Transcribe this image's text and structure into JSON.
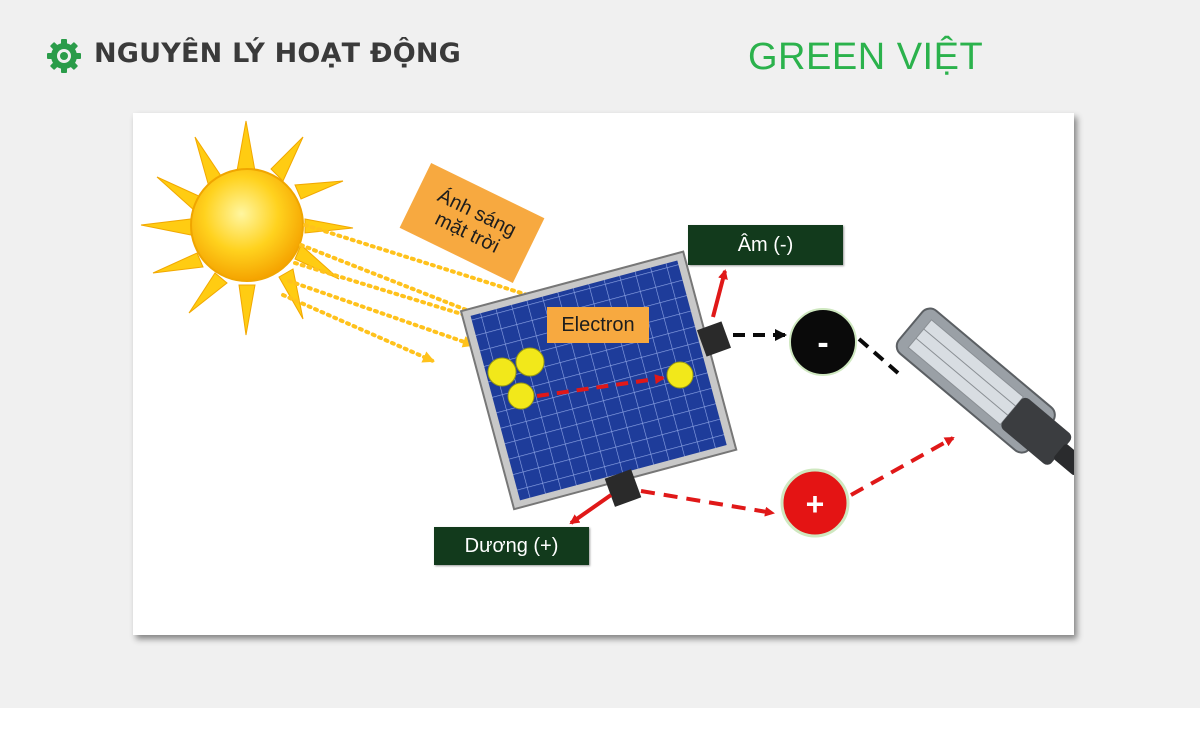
{
  "header": {
    "title": "NGUYÊN LÝ HOẠT ĐỘNG",
    "brand": "GREEN VIỆT"
  },
  "diagram": {
    "sunlight_label_line1": "Ánh sáng",
    "sunlight_label_line2": "mặt trời",
    "electron_label": "Electron",
    "negative_label": "Âm (-)",
    "positive_label": "Dương (+)",
    "negative_symbol": "-",
    "positive_symbol": "+"
  },
  "colors": {
    "brand_green": "#2bb24c",
    "label_dark_green": "#123a1c",
    "label_orange": "#f7a940",
    "arrow_red": "#e01818",
    "positive_red": "#e41414",
    "negative_black": "#0a0a0a",
    "electron_yellow": "#f2e81a",
    "panel_blue": "#1f3f9e"
  },
  "icons": {
    "header_icon": "gear-icon",
    "sun": "sun-icon",
    "panel": "solar-panel-icon",
    "lamp": "street-lamp-icon"
  }
}
